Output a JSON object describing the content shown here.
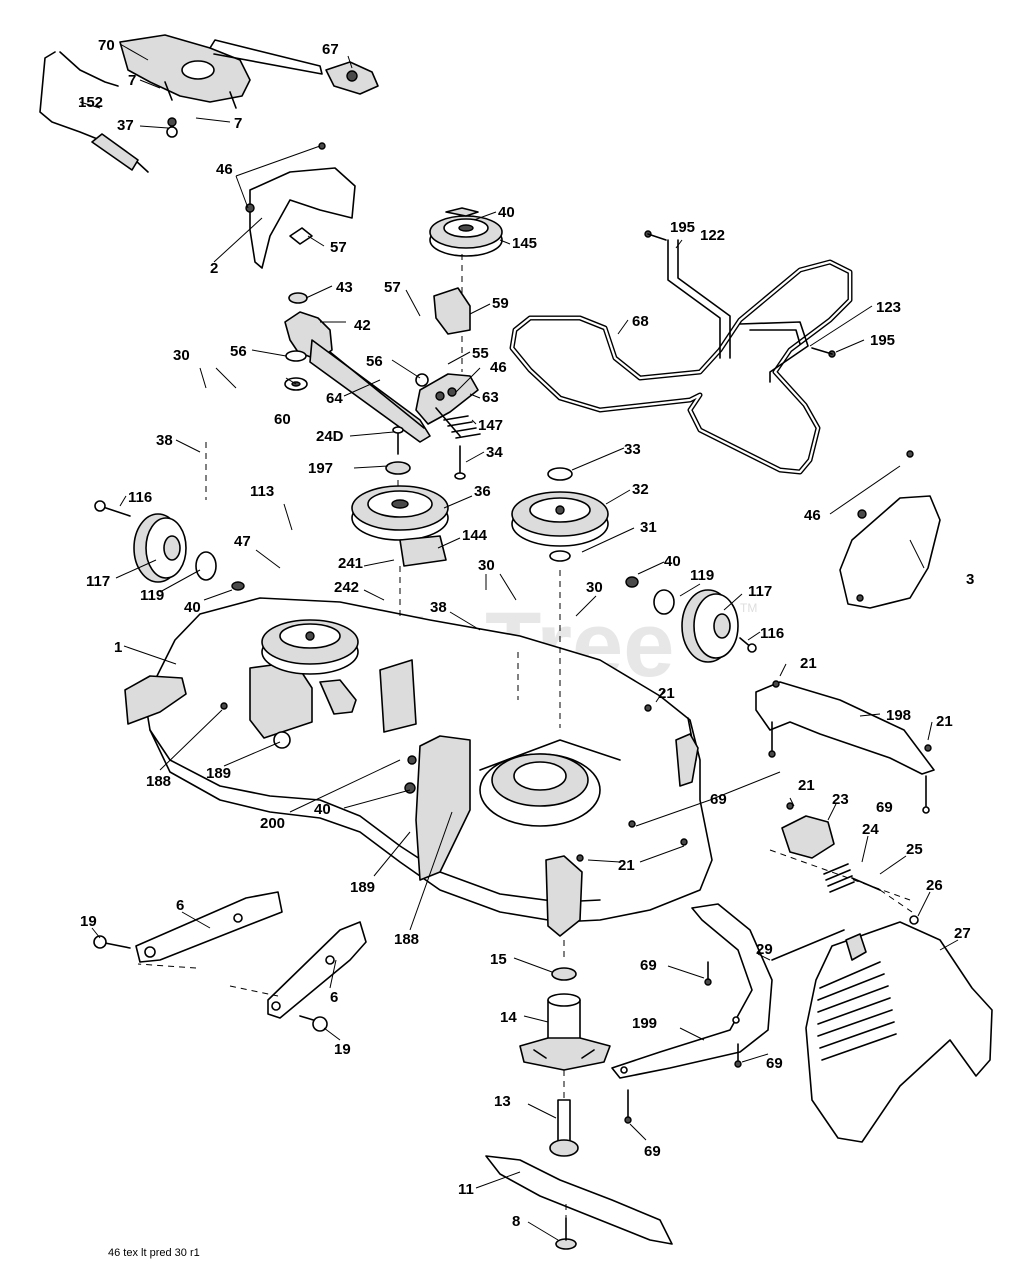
{
  "watermark": {
    "text": "PartsTree",
    "tm": "TM"
  },
  "footer": {
    "code": "46 tex lt pred 30 r1"
  },
  "callouts": {
    "c70": "70",
    "c67": "67",
    "c7a": "7",
    "c7b": "7",
    "c152": "152",
    "c37": "37",
    "c46a": "46",
    "c2": "2",
    "c57a": "57",
    "c43": "43",
    "c42": "42",
    "c56a": "56",
    "c30a": "30",
    "c60": "60",
    "c64": "64",
    "c38a": "38",
    "c40a": "40",
    "c145": "145",
    "c57b": "57",
    "c59": "59",
    "c56b": "56",
    "c55": "55",
    "c46b": "46",
    "c63": "63",
    "c147": "147",
    "c240": "24D",
    "c34": "34",
    "c197": "197",
    "c33": "33",
    "c32": "32",
    "c36": "36",
    "c31": "31",
    "c144": "144",
    "c195a": "195",
    "c122": "122",
    "c68": "68",
    "c123": "123",
    "c195b": "195",
    "c116a": "116",
    "c117a": "117",
    "c119a": "119",
    "c40b": "40",
    "c113": "113",
    "c47": "47",
    "c241": "241",
    "c242": "242",
    "c30b": "30",
    "c30c": "30",
    "c38b": "38",
    "c40c": "40",
    "c119b": "119",
    "c117b": "117",
    "c116b": "116",
    "c46c": "46",
    "c3": "3",
    "c1": "1",
    "c21a": "21",
    "c21b": "21",
    "c198": "198",
    "c21c": "21",
    "c188a": "188",
    "c189a": "189",
    "c200": "200",
    "c40d": "40",
    "c69a": "69",
    "c21d": "21",
    "c23": "23",
    "c69b": "69",
    "c24": "24",
    "c25": "25",
    "c21e": "21",
    "c189b": "189",
    "c188b": "188",
    "c26": "26",
    "c27": "27",
    "c29": "29",
    "c6a": "6",
    "c19a": "19",
    "c6b": "6",
    "c19b": "19",
    "c15": "15",
    "c69c": "69",
    "c14": "14",
    "c199": "199",
    "c69d": "69",
    "c13": "13",
    "c69e": "69",
    "c11": "11",
    "c8": "8"
  }
}
